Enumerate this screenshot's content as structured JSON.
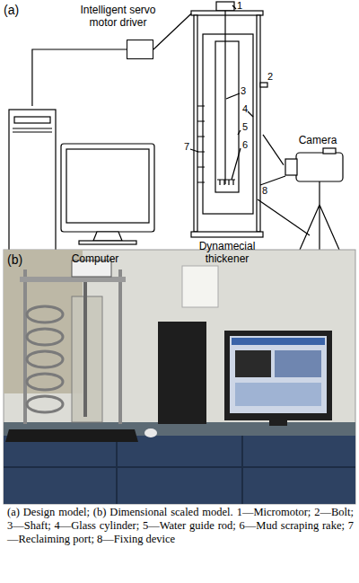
{
  "diagram": {
    "caption": "(a) Design model; (b) Dimensional scaled model. 1—Micromotor; 2—Bolt; 3—Shaft; 4—Glass cylinder; 5—Water guide rod; 6—Mud scraping rake; 7—Reclaiming port; 8—Fixing device",
    "nodes": [
      {
        "text": [
          "Intelligent servo motor driver"
        ]
      },
      {
        "text": [
          "Computer"
        ]
      },
      {
        "text": [
          "Dynamecial thickener"
        ]
      },
      {
        "text": [
          "Camera"
        ]
      }
    ],
    "edges": [
      {
        "from": 0,
        "to": 1,
        "arrow": "none"
      },
      {
        "from": 0,
        "to": 2,
        "arrow": "none"
      },
      {
        "from": 3,
        "to": 2,
        "arrow": "none"
      }
    ],
    "labels": [
      "(a)",
      "1",
      "2",
      "3",
      "4",
      "5",
      "6",
      "7",
      "8",
      "(b)"
    ]
  }
}
